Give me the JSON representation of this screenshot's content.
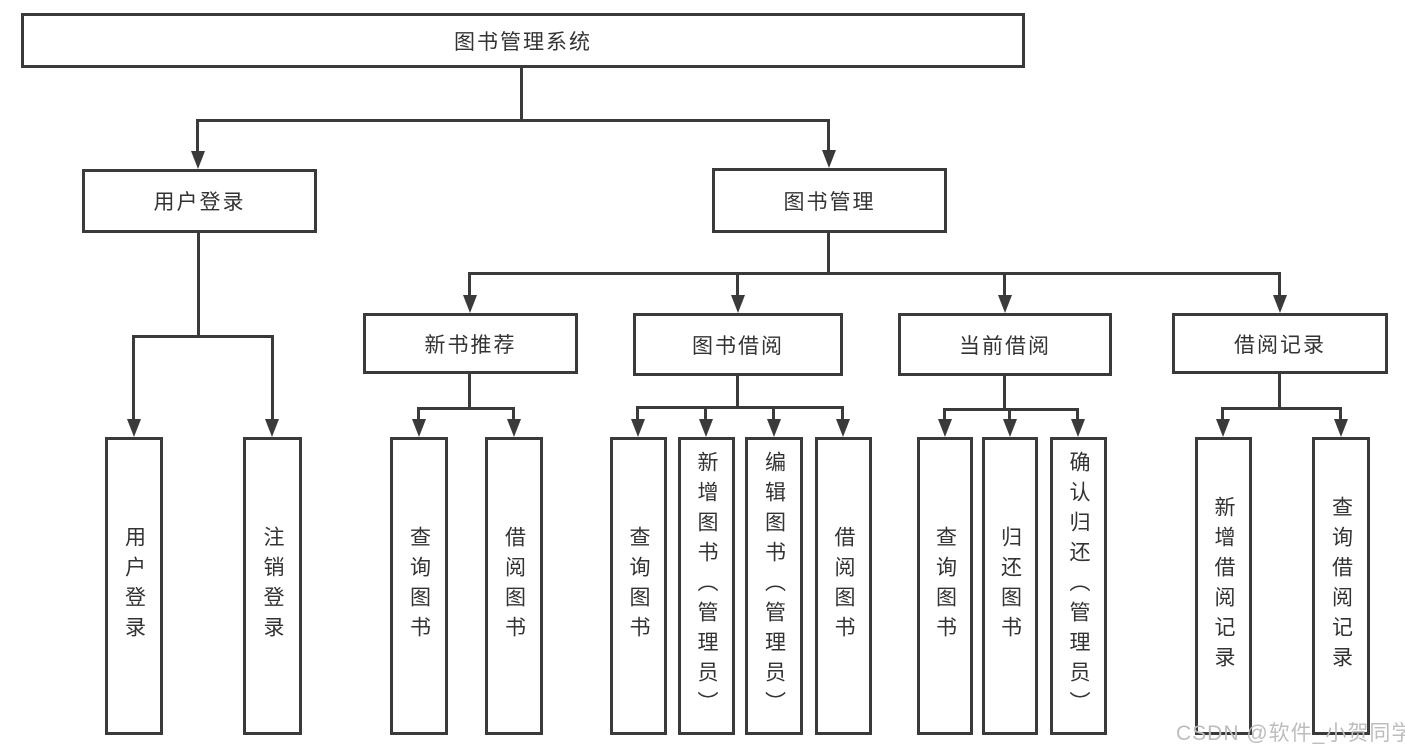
{
  "diagram": {
    "type": "hierarchy-tree",
    "colors": {
      "line": "#3a3a3a",
      "box_border": "#3a3a3a",
      "box_fill": "#ffffff",
      "text": "#333333",
      "watermark": "#bdbdbd"
    },
    "tree": {
      "label": "图书管理系统",
      "children": [
        {
          "label": "用户登录",
          "children": [
            {
              "label": "用户登录"
            },
            {
              "label": "注销登录"
            }
          ]
        },
        {
          "label": "图书管理",
          "children": [
            {
              "label": "新书推荐",
              "children": [
                {
                  "label": "查询图书"
                },
                {
                  "label": "借阅图书"
                }
              ]
            },
            {
              "label": "图书借阅",
              "children": [
                {
                  "label": "查询图书"
                },
                {
                  "label": "新增图书（管理员）"
                },
                {
                  "label": "编辑图书（管理员）"
                },
                {
                  "label": "借阅图书"
                }
              ]
            },
            {
              "label": "当前借阅",
              "children": [
                {
                  "label": "查询图书"
                },
                {
                  "label": "归还图书"
                },
                {
                  "label": "确认归还（管理员）"
                }
              ]
            },
            {
              "label": "借阅记录",
              "children": [
                {
                  "label": "新增借阅记录"
                },
                {
                  "label": "查询借阅记录"
                }
              ]
            }
          ]
        }
      ]
    },
    "watermark": "CSDN @软件_小贺同学"
  }
}
